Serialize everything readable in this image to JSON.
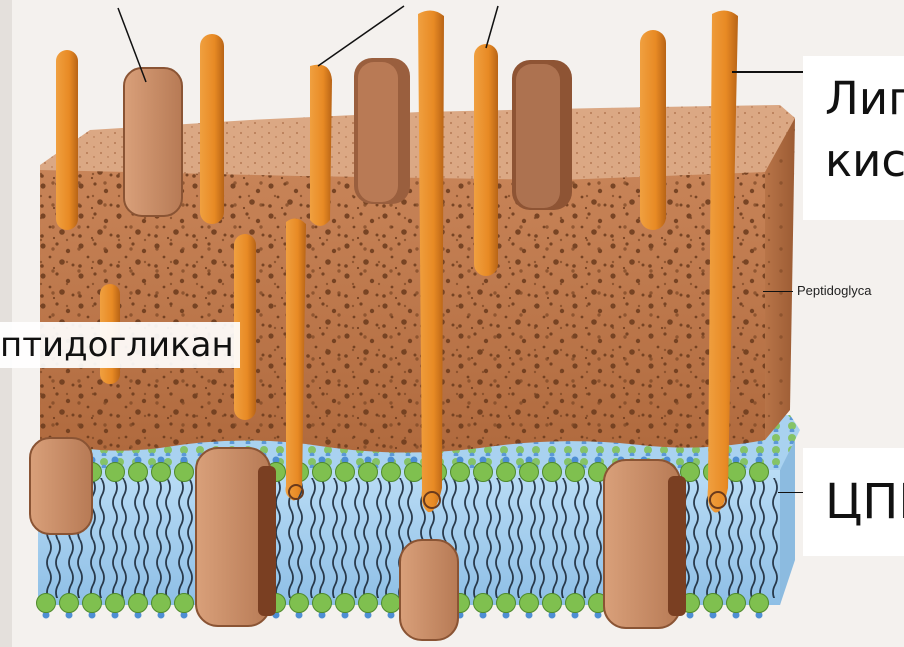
{
  "labels": {
    "lipoteichoic": "Липо\nкисл",
    "peptidoglycan_ru": "птидогликан",
    "peptidoglycan_en": "Peptidoglyca",
    "cpm": "ЦПМ"
  },
  "colors": {
    "background": "#f4f1ee",
    "wall": "#c07a4e",
    "wall_dark": "#9a5a34",
    "wall_top": "#d8a07c",
    "pore": "#6a3a1c",
    "teichoic_acid": "#e8922c",
    "protein": "#c98e6a",
    "membrane_fill": "#9cc9ec",
    "head_green": "#7fc04f",
    "head_blue": "#4e8ed3",
    "tail": "#1c2a3a"
  }
}
